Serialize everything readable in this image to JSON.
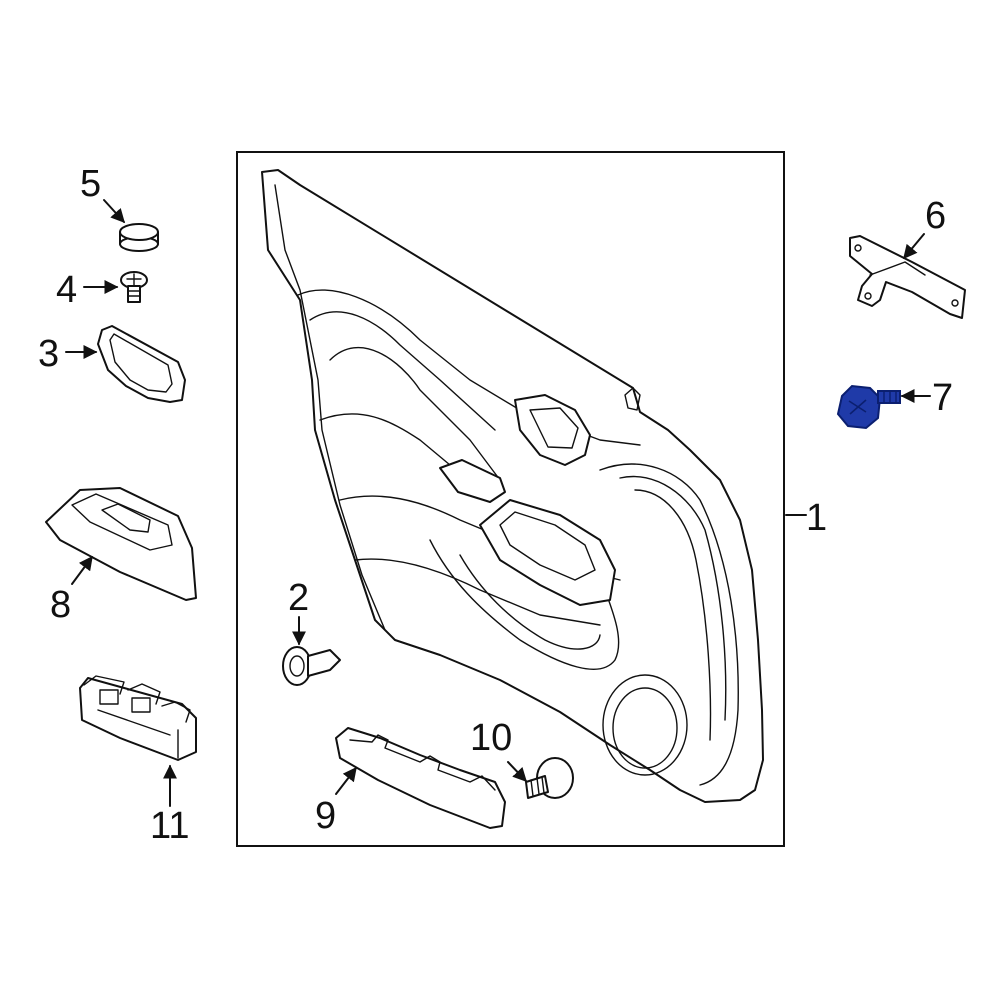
{
  "callouts": [
    {
      "id": "1",
      "label": "1"
    },
    {
      "id": "2",
      "label": "2"
    },
    {
      "id": "3",
      "label": "3"
    },
    {
      "id": "4",
      "label": "4"
    },
    {
      "id": "5",
      "label": "5"
    },
    {
      "id": "6",
      "label": "6"
    },
    {
      "id": "7",
      "label": "7"
    },
    {
      "id": "8",
      "label": "8"
    },
    {
      "id": "9",
      "label": "9"
    },
    {
      "id": "10",
      "label": "10"
    },
    {
      "id": "11",
      "label": "11"
    }
  ],
  "highlight": {
    "part": "7",
    "color": "#1f3aa8",
    "dark": "#0b1f70"
  },
  "colors": {
    "line": "#111111",
    "background": "#ffffff"
  }
}
